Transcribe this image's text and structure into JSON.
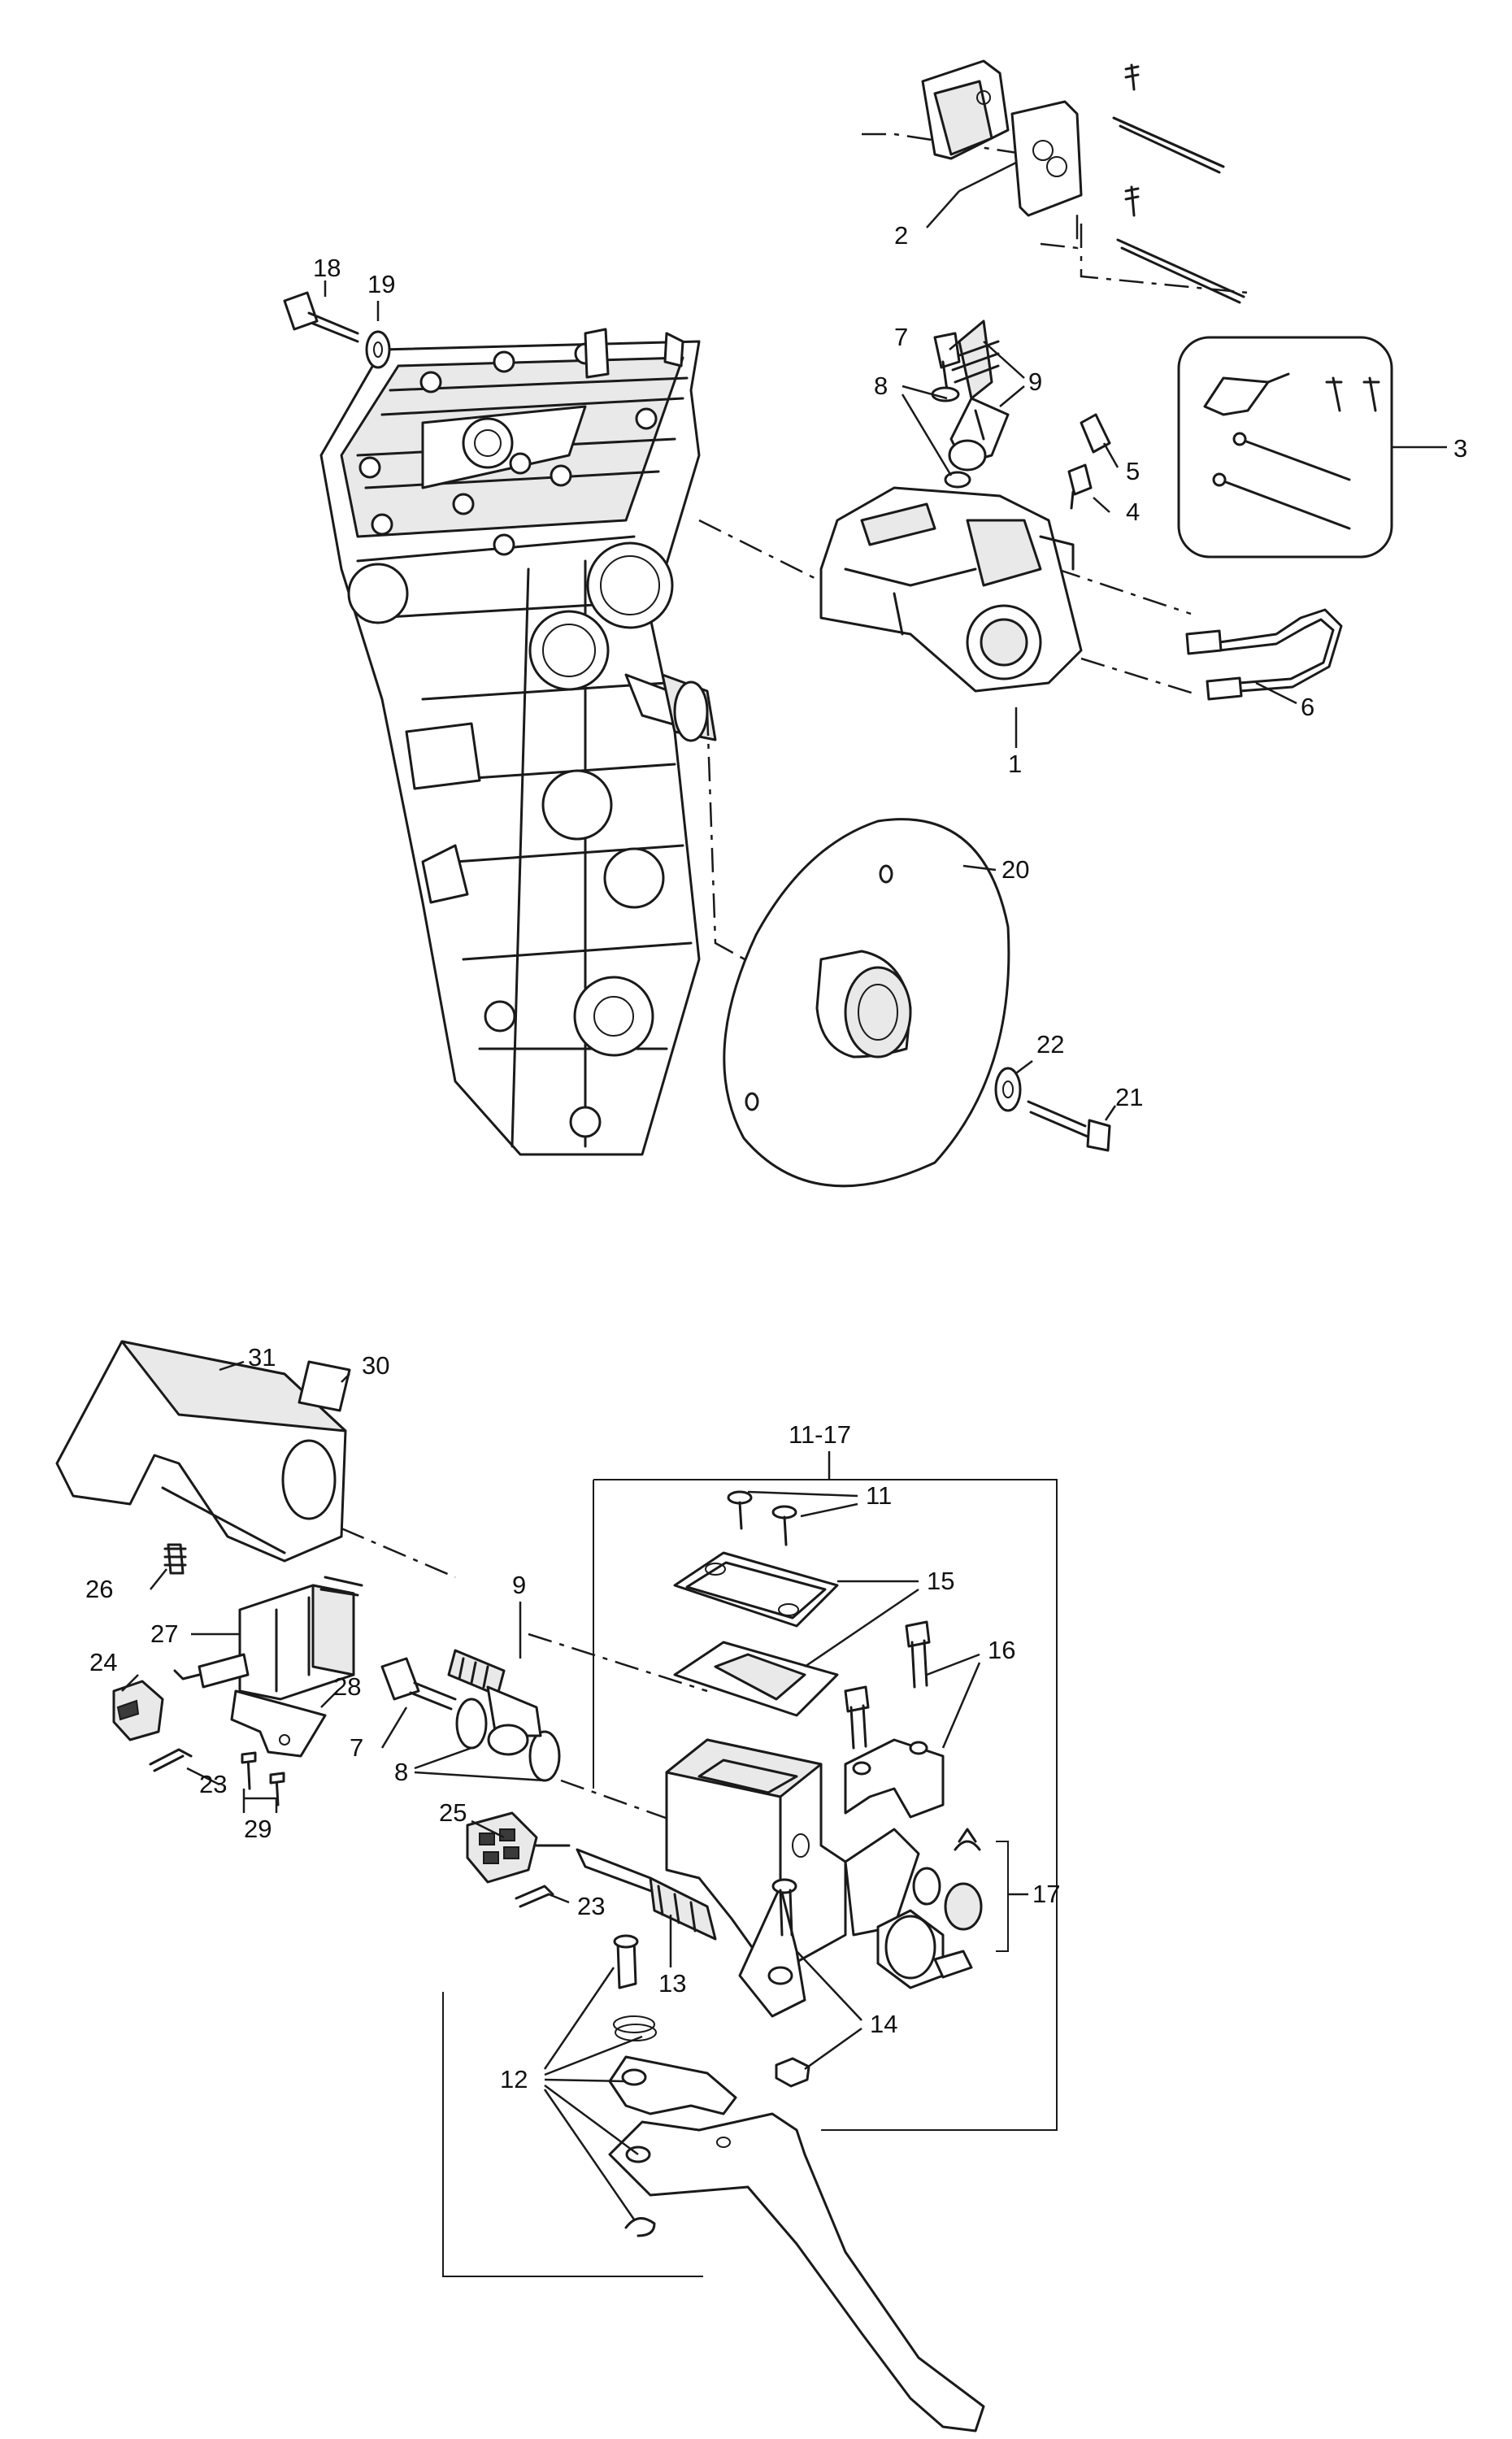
{
  "callouts": [
    {
      "id": "c1",
      "text": "1"
    },
    {
      "id": "c2",
      "text": "2"
    },
    {
      "id": "c3",
      "text": "3"
    },
    {
      "id": "c4",
      "text": "4"
    },
    {
      "id": "c5",
      "text": "5"
    },
    {
      "id": "c6",
      "text": "6"
    },
    {
      "id": "c7a",
      "text": "7"
    },
    {
      "id": "c8a",
      "text": "8"
    },
    {
      "id": "c9a",
      "text": "9"
    },
    {
      "id": "c18",
      "text": "18"
    },
    {
      "id": "c19",
      "text": "19"
    },
    {
      "id": "c20",
      "text": "20"
    },
    {
      "id": "c21",
      "text": "21"
    },
    {
      "id": "c22",
      "text": "22"
    },
    {
      "id": "c31",
      "text": "31"
    },
    {
      "id": "c30",
      "text": "30"
    },
    {
      "id": "c11-17",
      "text": "11-17"
    },
    {
      "id": "c11",
      "text": "11"
    },
    {
      "id": "c15",
      "text": "15"
    },
    {
      "id": "c16",
      "text": "16"
    },
    {
      "id": "c9b",
      "text": "9"
    },
    {
      "id": "c26",
      "text": "26"
    },
    {
      "id": "c27",
      "text": "27"
    },
    {
      "id": "c24",
      "text": "24"
    },
    {
      "id": "c28",
      "text": "28"
    },
    {
      "id": "c7b",
      "text": "7"
    },
    {
      "id": "c8b",
      "text": "8"
    },
    {
      "id": "c23a",
      "text": "23"
    },
    {
      "id": "c29",
      "text": "29"
    },
    {
      "id": "c25",
      "text": "25"
    },
    {
      "id": "c23b",
      "text": "23"
    },
    {
      "id": "c17",
      "text": "17"
    },
    {
      "id": "c13",
      "text": "13"
    },
    {
      "id": "c14",
      "text": "14"
    },
    {
      "id": "c12",
      "text": "12"
    }
  ],
  "colors": {
    "line": "#1a1a1a",
    "fill": "#ffffff",
    "shade": "#e9e9e9"
  }
}
